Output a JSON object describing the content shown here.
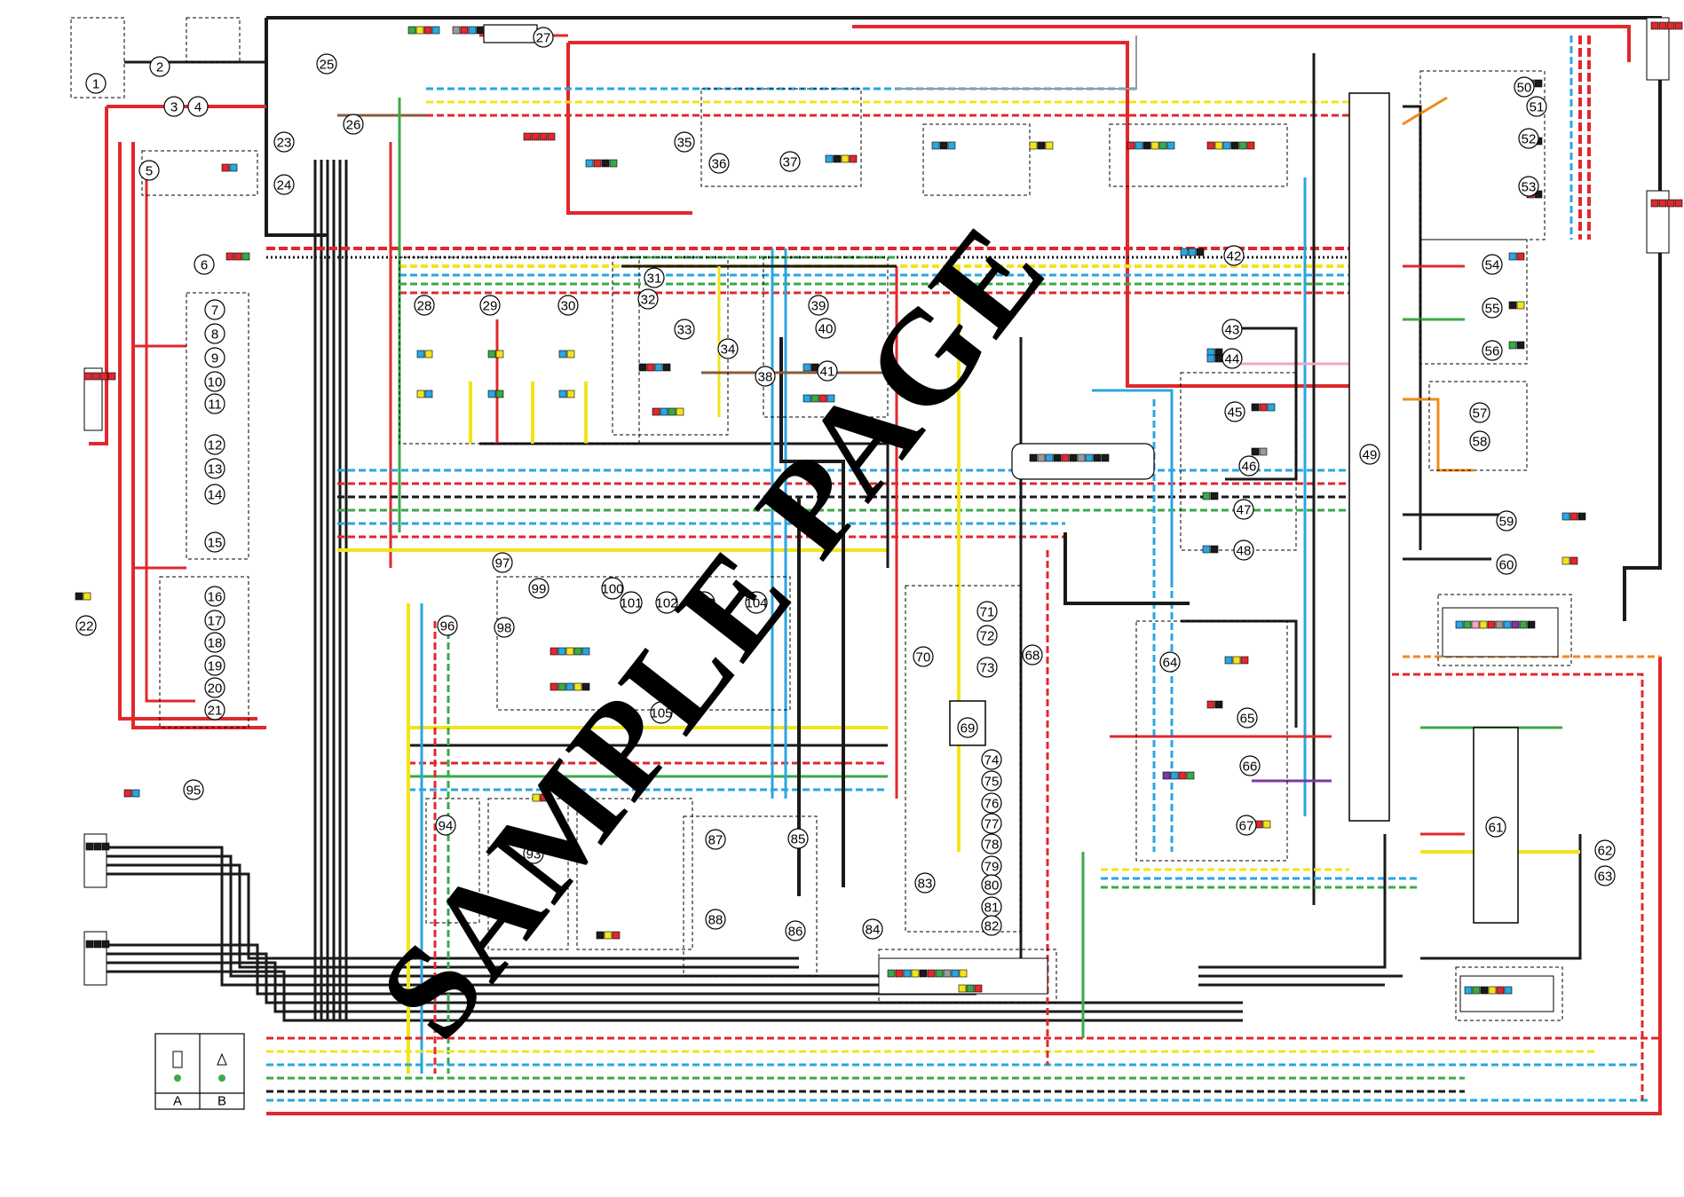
{
  "watermark": "SAMPLE PAGE",
  "legend": {
    "left_label": "A",
    "right_label": "B"
  },
  "colors": {
    "red": "#e0282d",
    "black": "#1a1a1a",
    "blue": "#2aa6e0",
    "green": "#3aaa47",
    "yellow": "#f2e41a",
    "orange": "#f08a1c",
    "brown": "#8a5a3a",
    "gray": "#9a9a9a",
    "pink": "#f4a6c4",
    "purple": "#7b3aa0"
  },
  "components": [
    {
      "id": "1",
      "label": "1"
    },
    {
      "id": "2",
      "label": "2"
    },
    {
      "id": "3",
      "label": "3"
    },
    {
      "id": "4",
      "label": "4"
    },
    {
      "id": "5",
      "label": "5"
    },
    {
      "id": "6",
      "label": "6"
    },
    {
      "id": "7",
      "label": "7"
    },
    {
      "id": "8",
      "label": "8"
    },
    {
      "id": "9",
      "label": "9"
    },
    {
      "id": "10",
      "label": "10"
    },
    {
      "id": "11",
      "label": "11"
    },
    {
      "id": "12",
      "label": "12"
    },
    {
      "id": "13",
      "label": "13"
    },
    {
      "id": "14",
      "label": "14"
    },
    {
      "id": "15",
      "label": "15"
    },
    {
      "id": "16",
      "label": "16"
    },
    {
      "id": "17",
      "label": "17"
    },
    {
      "id": "18",
      "label": "18"
    },
    {
      "id": "19",
      "label": "19"
    },
    {
      "id": "20",
      "label": "20"
    },
    {
      "id": "21",
      "label": "21"
    },
    {
      "id": "22",
      "label": "22"
    },
    {
      "id": "23",
      "label": "23"
    },
    {
      "id": "24",
      "label": "24"
    },
    {
      "id": "25",
      "label": "25"
    },
    {
      "id": "26",
      "label": "26"
    },
    {
      "id": "27",
      "label": "27"
    },
    {
      "id": "28",
      "label": "28"
    },
    {
      "id": "29",
      "label": "29"
    },
    {
      "id": "30",
      "label": "30"
    },
    {
      "id": "31",
      "label": "31"
    },
    {
      "id": "32",
      "label": "32"
    },
    {
      "id": "33",
      "label": "33"
    },
    {
      "id": "34",
      "label": "34"
    },
    {
      "id": "35",
      "label": "35"
    },
    {
      "id": "36",
      "label": "36"
    },
    {
      "id": "37",
      "label": "37"
    },
    {
      "id": "38",
      "label": "38"
    },
    {
      "id": "39",
      "label": "39"
    },
    {
      "id": "40",
      "label": "40"
    },
    {
      "id": "41",
      "label": "41"
    },
    {
      "id": "42",
      "label": "42"
    },
    {
      "id": "43",
      "label": "43"
    },
    {
      "id": "44",
      "label": "44"
    },
    {
      "id": "45",
      "label": "45"
    },
    {
      "id": "46",
      "label": "46"
    },
    {
      "id": "47",
      "label": "47"
    },
    {
      "id": "48",
      "label": "48"
    },
    {
      "id": "49",
      "label": "49"
    },
    {
      "id": "50",
      "label": "50"
    },
    {
      "id": "51",
      "label": "51"
    },
    {
      "id": "52",
      "label": "52"
    },
    {
      "id": "53",
      "label": "53"
    },
    {
      "id": "54",
      "label": "54"
    },
    {
      "id": "55",
      "label": "55"
    },
    {
      "id": "56",
      "label": "56"
    },
    {
      "id": "57",
      "label": "57"
    },
    {
      "id": "58",
      "label": "58"
    },
    {
      "id": "59",
      "label": "59"
    },
    {
      "id": "60",
      "label": "60"
    },
    {
      "id": "61",
      "label": "61"
    },
    {
      "id": "62",
      "label": "62"
    },
    {
      "id": "63",
      "label": "63"
    },
    {
      "id": "64",
      "label": "64"
    },
    {
      "id": "65",
      "label": "65"
    },
    {
      "id": "66",
      "label": "66"
    },
    {
      "id": "67",
      "label": "67"
    },
    {
      "id": "68",
      "label": "68"
    },
    {
      "id": "69",
      "label": "69"
    },
    {
      "id": "70",
      "label": "70"
    },
    {
      "id": "71",
      "label": "71"
    },
    {
      "id": "72",
      "label": "72"
    },
    {
      "id": "73",
      "label": "73"
    },
    {
      "id": "74",
      "label": "74"
    },
    {
      "id": "75",
      "label": "75"
    },
    {
      "id": "76",
      "label": "76"
    },
    {
      "id": "77",
      "label": "77"
    },
    {
      "id": "78",
      "label": "78"
    },
    {
      "id": "79",
      "label": "79"
    },
    {
      "id": "80",
      "label": "80"
    },
    {
      "id": "81",
      "label": "81"
    },
    {
      "id": "82",
      "label": "82"
    },
    {
      "id": "83",
      "label": "83"
    },
    {
      "id": "84",
      "label": "84"
    },
    {
      "id": "85",
      "label": "85"
    },
    {
      "id": "86",
      "label": "86"
    },
    {
      "id": "87",
      "label": "87"
    },
    {
      "id": "88",
      "label": "88"
    },
    {
      "id": "93",
      "label": "93"
    },
    {
      "id": "94",
      "label": "94"
    },
    {
      "id": "95",
      "label": "95"
    },
    {
      "id": "96",
      "label": "96"
    },
    {
      "id": "97",
      "label": "97"
    },
    {
      "id": "98",
      "label": "98"
    },
    {
      "id": "99",
      "label": "99"
    },
    {
      "id": "100",
      "label": "100"
    },
    {
      "id": "101",
      "label": "101"
    },
    {
      "id": "102",
      "label": "102"
    },
    {
      "id": "103",
      "label": "103"
    },
    {
      "id": "104",
      "label": "104"
    },
    {
      "id": "105",
      "label": "105"
    }
  ]
}
